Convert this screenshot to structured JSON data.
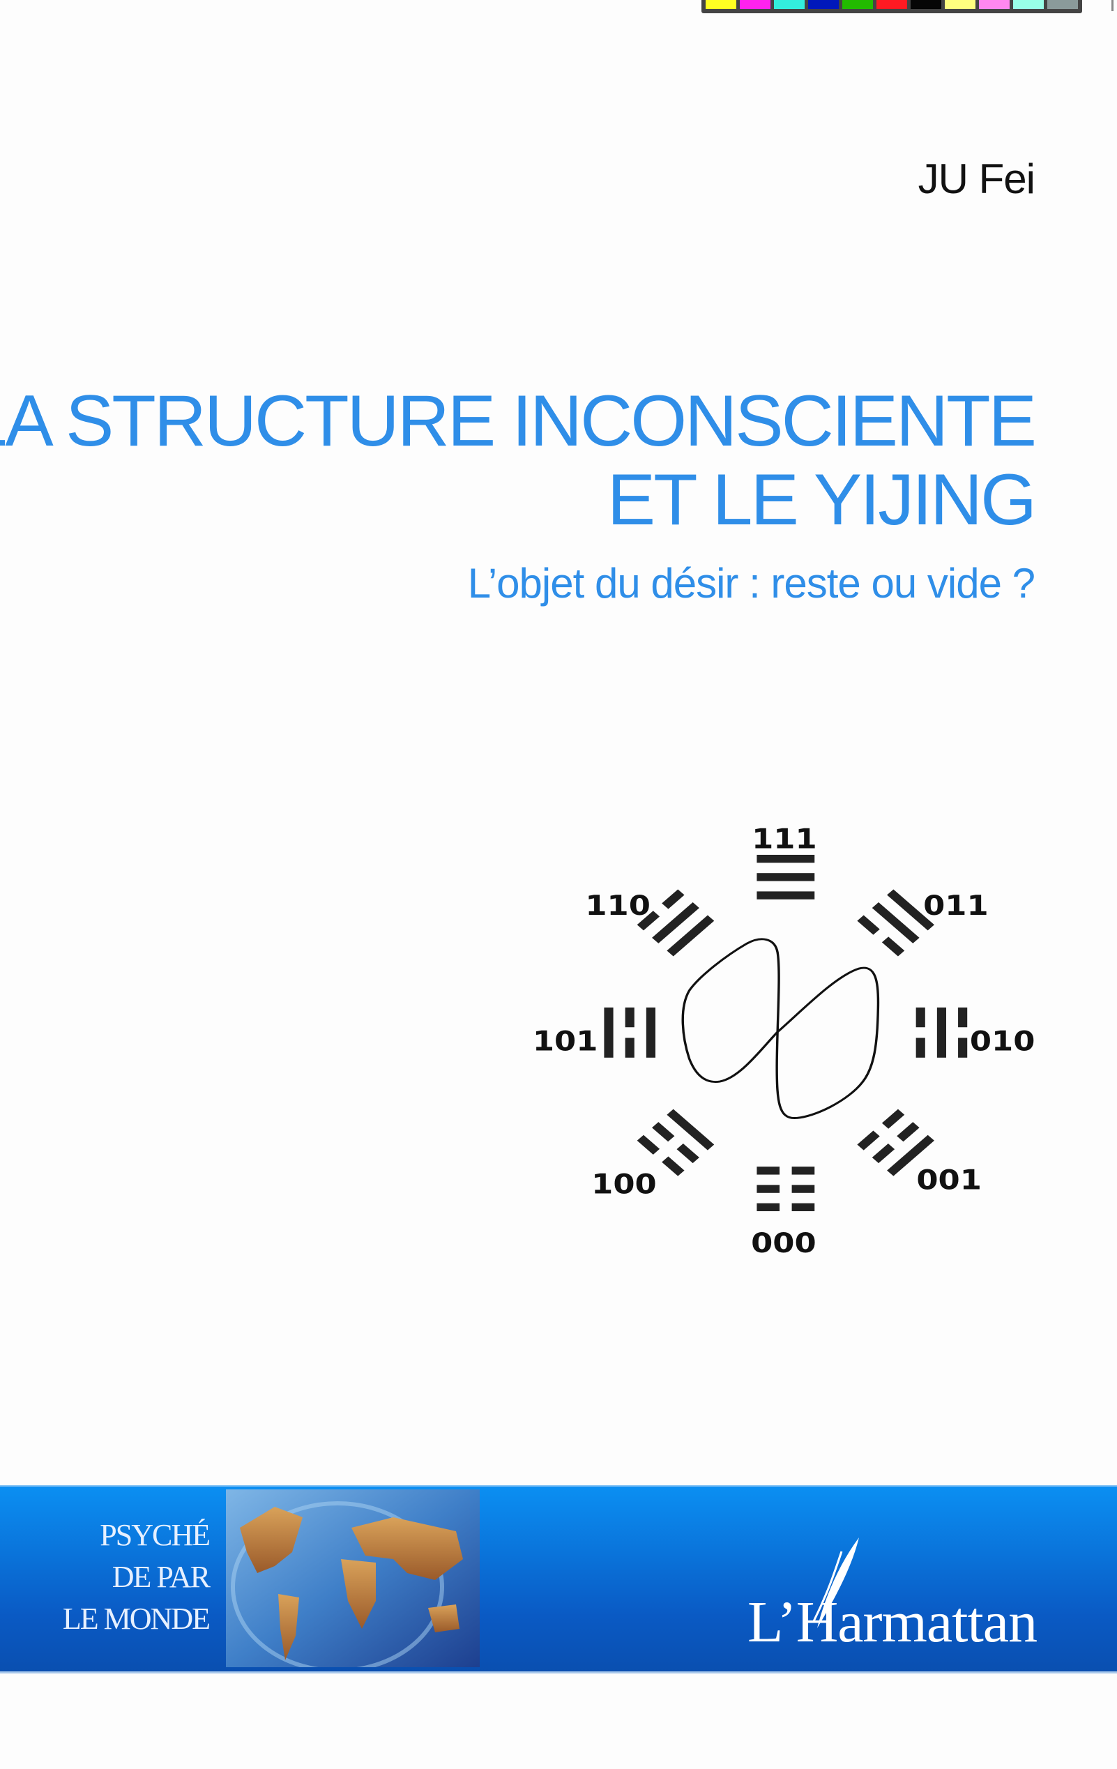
{
  "color_bar": [
    "#ffff22",
    "#ff22ee",
    "#33eedd",
    "#0018bb",
    "#22bb00",
    "#ff1a22",
    "#060606",
    "#ffff80",
    "#ff88f0",
    "#99ffe8",
    "#8a9a9a"
  ],
  "cover": {
    "author": "JU Fei",
    "title_lines": [
      "LA STRUCTURE INCONSCIENTE",
      "ET LE YIJING"
    ],
    "subtitle": "L’objet du désir : reste ou vide ?",
    "title_color": "#2f8ee8"
  },
  "diagram": {
    "trigrams": [
      {
        "label": "111",
        "lines": [
          "solid",
          "solid",
          "solid"
        ]
      },
      {
        "label": "011",
        "lines": [
          "solid",
          "solid",
          "broken"
        ]
      },
      {
        "label": "010",
        "lines": [
          "broken",
          "solid",
          "broken"
        ]
      },
      {
        "label": "001",
        "lines": [
          "solid",
          "broken",
          "broken"
        ]
      },
      {
        "label": "000",
        "lines": [
          "broken",
          "broken",
          "broken"
        ]
      },
      {
        "label": "100",
        "lines": [
          "broken",
          "broken",
          "solid"
        ]
      },
      {
        "label": "101",
        "lines": [
          "solid",
          "broken",
          "solid"
        ]
      },
      {
        "label": "110",
        "lines": [
          "broken",
          "solid",
          "solid"
        ]
      }
    ]
  },
  "banner": {
    "series_lines": [
      "PSYCHÉ",
      "DE PAR",
      "LE MONDE"
    ],
    "publisher": "L’Harmattan",
    "background_color": "#0a6fd8"
  }
}
